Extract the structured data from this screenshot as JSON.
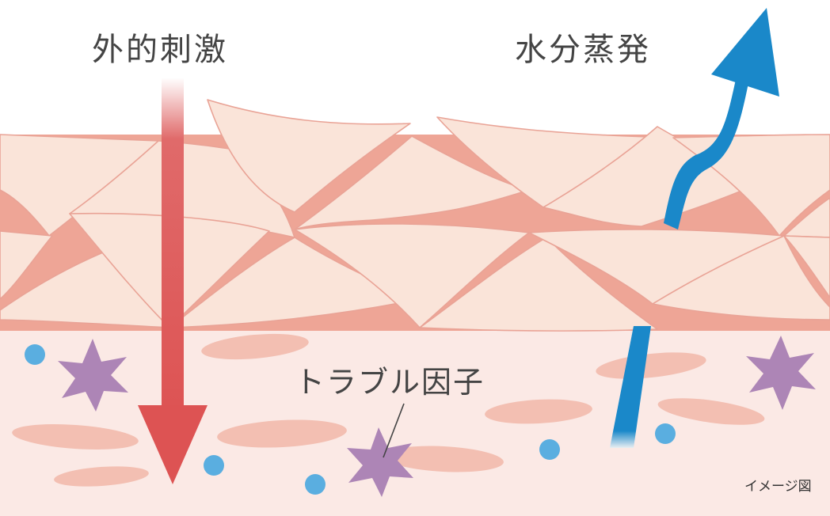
{
  "labels": {
    "external_stimulus": "外的刺激",
    "water_evaporation": "水分蒸発",
    "trouble_factor": "トラブル因子",
    "image_note": "イメージ図"
  },
  "colors": {
    "dermis": "#fbe9e5",
    "scale_fill": "#fae4d9",
    "scale_stroke": "#e9a396",
    "gap_fill": "#ee a596",
    "cell": "#f3bfb2",
    "stimulus_arrow": "#dd5555",
    "evaporation_arrow": "#1a88c9",
    "factor_star": "#ad85b6",
    "dot": "#5aaee0"
  },
  "icons": [
    "stimulus-arrow-icon",
    "evaporation-arrow-icon",
    "trouble-factor-star-icon",
    "moisture-dot-icon"
  ]
}
